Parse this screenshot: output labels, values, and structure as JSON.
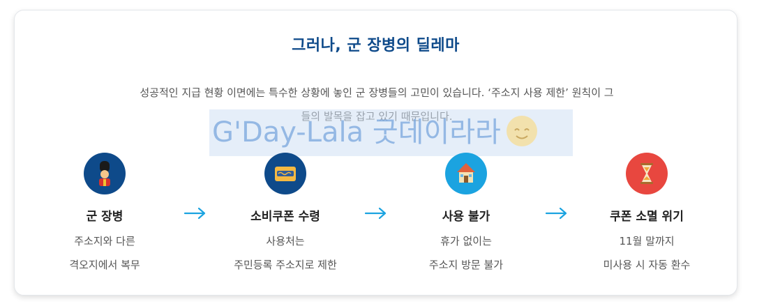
{
  "section": {
    "title": "그러나, 군 장병의 딜레마",
    "description_line1": "성공적인 지급 현황 이면에는 특수한 상황에 놓인 군 장병들의 고민이 있습니다. ‘주소지 사용 제한’ 원칙이 그",
    "description_line2": "들의 발목을 잡고 있기 때문입니다."
  },
  "watermark": {
    "text": "G'Day-Lala 굿데이라라"
  },
  "steps": [
    {
      "label": "군 장병",
      "sub_line1": "주소지와 다른",
      "sub_line2": "격오지에서 복무",
      "icon": "soldier-icon",
      "color": "#0e4a8a"
    },
    {
      "label": "소비쿠폰 수령",
      "sub_line1": "사용처는",
      "sub_line2": "주민등록 주소지로 제한",
      "icon": "credit-card-icon",
      "color": "#0e4a8a"
    },
    {
      "label": "사용 불가",
      "sub_line1": "휴가 없이는",
      "sub_line2": "주소지 방문 불가",
      "icon": "house-icon",
      "color": "#1ba3e0"
    },
    {
      "label": "쿠폰 소멸 위기",
      "sub_line1": "11월 말까지",
      "sub_line2": "미사용 시 자동 환수",
      "icon": "hourglass-icon",
      "color": "#e8473f"
    }
  ],
  "arrow_color": "#1ba3e0"
}
